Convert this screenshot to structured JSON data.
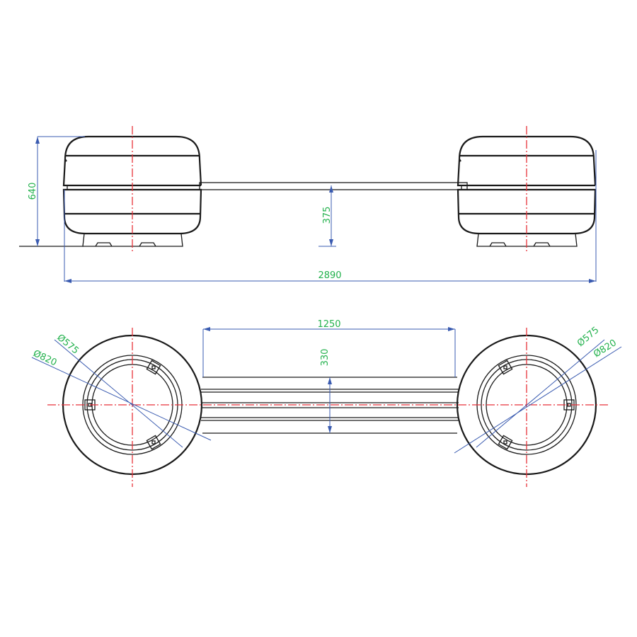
{
  "dimensions": {
    "height": "640",
    "seat_height": "375",
    "total_length": "2890",
    "span": "1250",
    "slat_width": "330",
    "inner_diameter_left": "Ø575",
    "outer_diameter_left": "Ø820",
    "inner_diameter_right": "Ø575",
    "outer_diameter_right": "Ø820"
  },
  "colors": {
    "outline": "#1a1a1a",
    "centerline": "#e8323a",
    "dimension": "#3a5bb0",
    "label": "#22b14c"
  }
}
